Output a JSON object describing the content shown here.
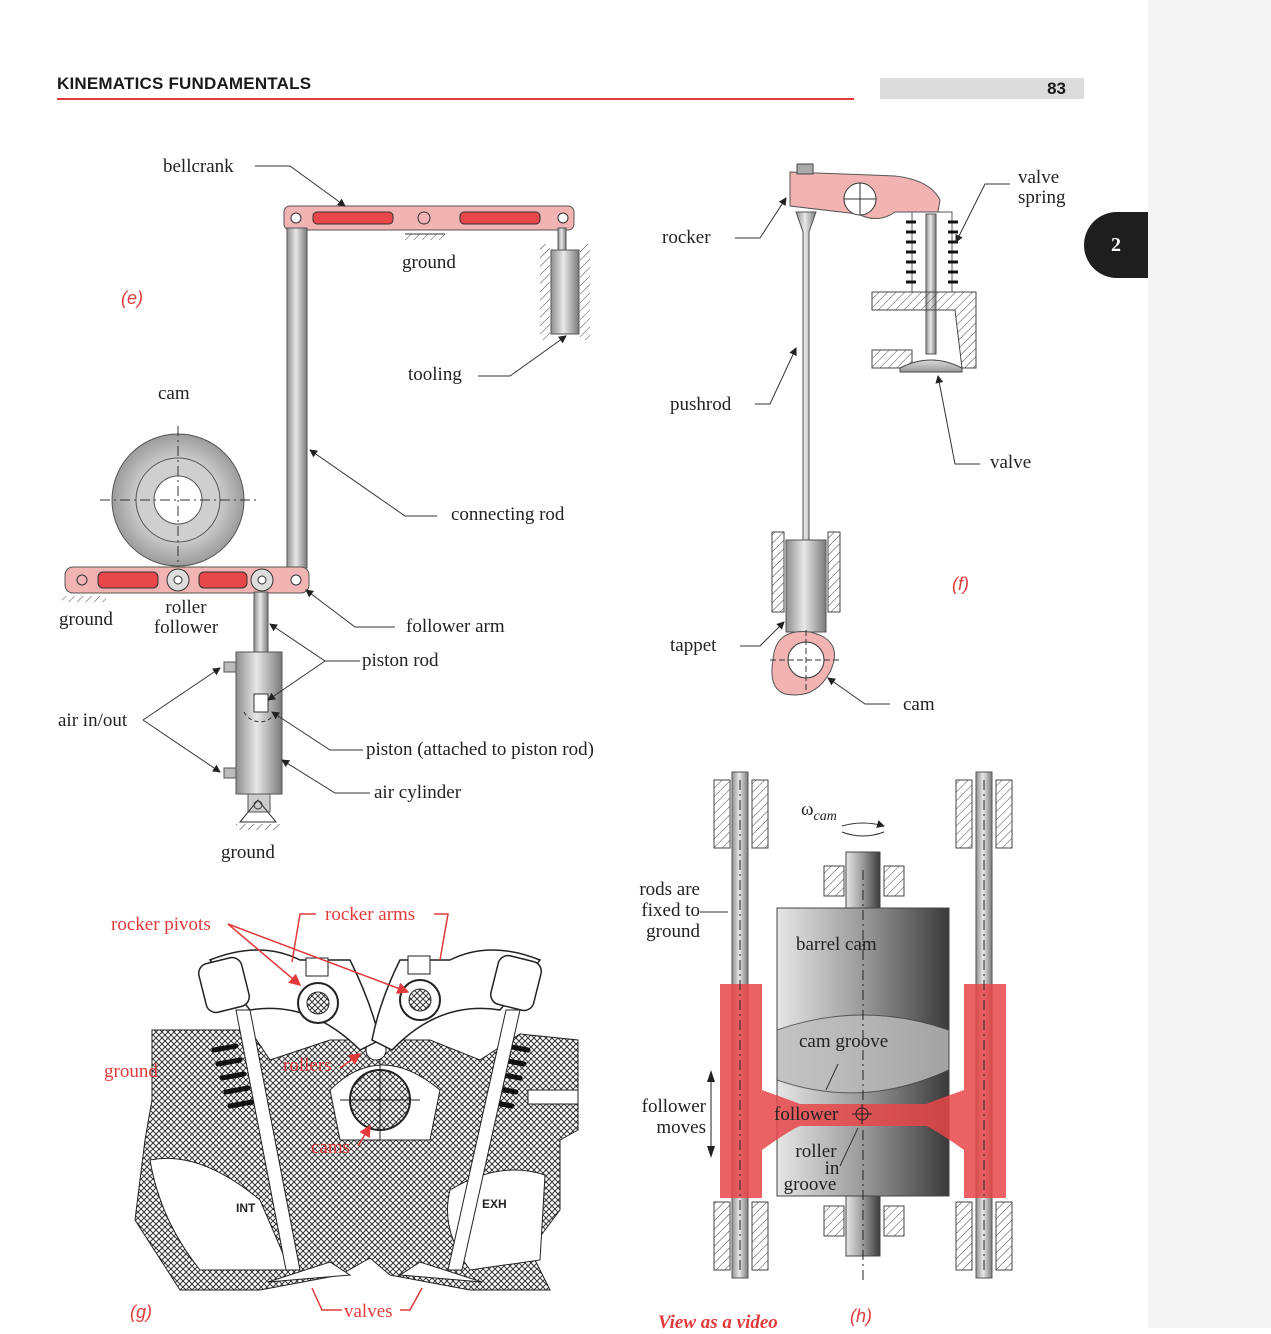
{
  "header": {
    "title": "KINEMATICS   FUNDAMENTALS",
    "page_number": "83"
  },
  "chapter_tab": "2",
  "figure_e": {
    "panel_label": "(e)",
    "labels": {
      "bellcrank": "bellcrank",
      "ground_top": "ground",
      "tooling": "tooling",
      "cam": "cam",
      "connecting_rod": "connecting rod",
      "ground_left": "ground",
      "roller_follower_1": "roller",
      "roller_follower_2": "follower",
      "follower_arm": "follower arm",
      "piston_rod": "piston rod",
      "air_in_out": "air in/out",
      "piston": "piston (attached to piston rod)",
      "air_cylinder": "air cylinder",
      "ground_bottom": "ground"
    }
  },
  "figure_f": {
    "panel_label": "(f)",
    "labels": {
      "rocker": "rocker",
      "valve_spring_1": "valve",
      "valve_spring_2": "spring",
      "pushrod": "pushrod",
      "valve": "valve",
      "tappet": "tappet",
      "cam": "cam"
    }
  },
  "figure_g": {
    "panel_label": "(g)",
    "labels": {
      "rocker_pivots": "rocker pivots",
      "rocker_arms": "rocker arms",
      "ground": "ground",
      "rollers": "rollers",
      "cams": "cams",
      "int": "INT",
      "exh": "EXH",
      "valves": "valves"
    }
  },
  "figure_h": {
    "panel_label": "(h)",
    "labels": {
      "omega": "ω",
      "omega_sub": "cam",
      "rods_1": "rods are",
      "rods_2": "fixed to",
      "rods_3": "ground",
      "barrel_cam": "barrel cam",
      "cam_groove": "cam groove",
      "follower_moves_1": "follower",
      "follower_moves_2": "moves",
      "follower": "follower",
      "roller_1": "roller",
      "roller_2": "in",
      "roller_3": "groove"
    }
  },
  "video_link": "View as a video",
  "colors": {
    "accent_red": "#e23a3a",
    "link_pink": "#f2b3b3",
    "link_red": "#e8474a",
    "metal": "#bdbdbd"
  }
}
